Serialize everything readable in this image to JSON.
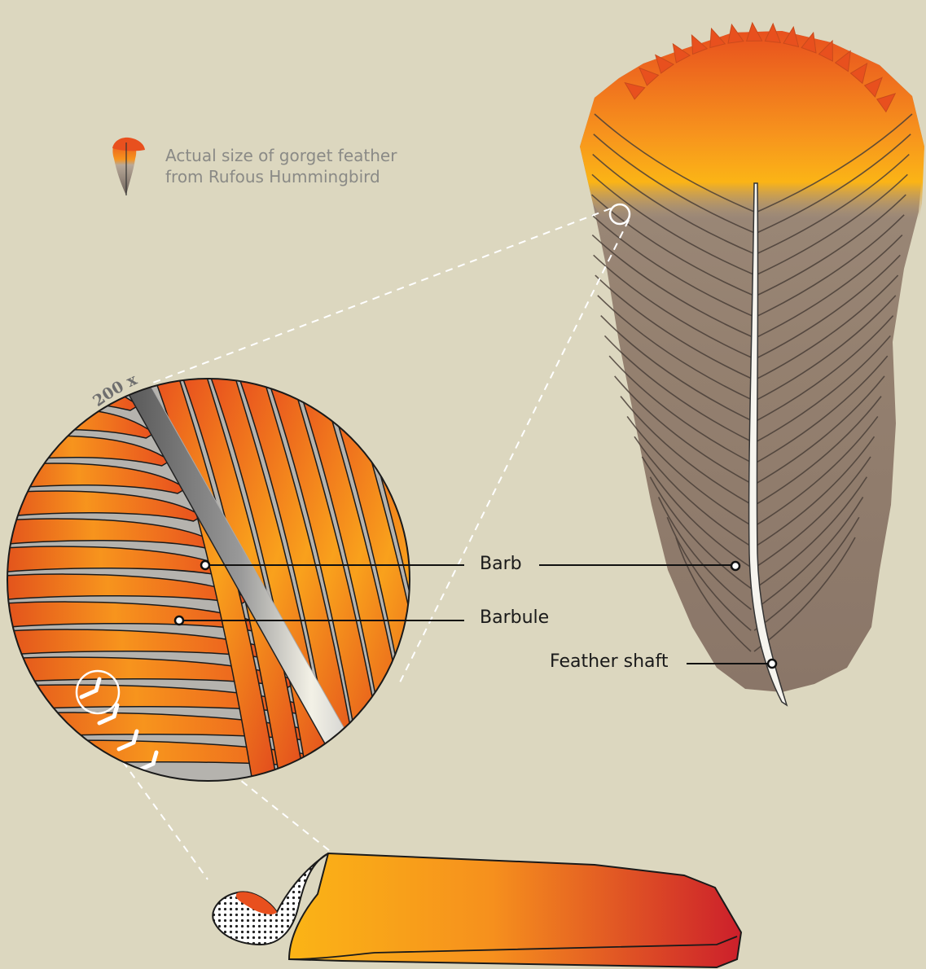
{
  "caption": {
    "line1": "Actual size of gorget feather",
    "line2": "from Rufous Hummingbird"
  },
  "magnification": "200 x",
  "labels": {
    "barb": "Barb",
    "barbule": "Barbule",
    "shaft": "Feather shaft"
  },
  "colors": {
    "background": "#dcd7bf",
    "orange": "#f7941d",
    "red_orange": "#e8501e",
    "red": "#cc1f2b",
    "gold": "#fbb416",
    "feather_brown": "#8f7d70"
  }
}
